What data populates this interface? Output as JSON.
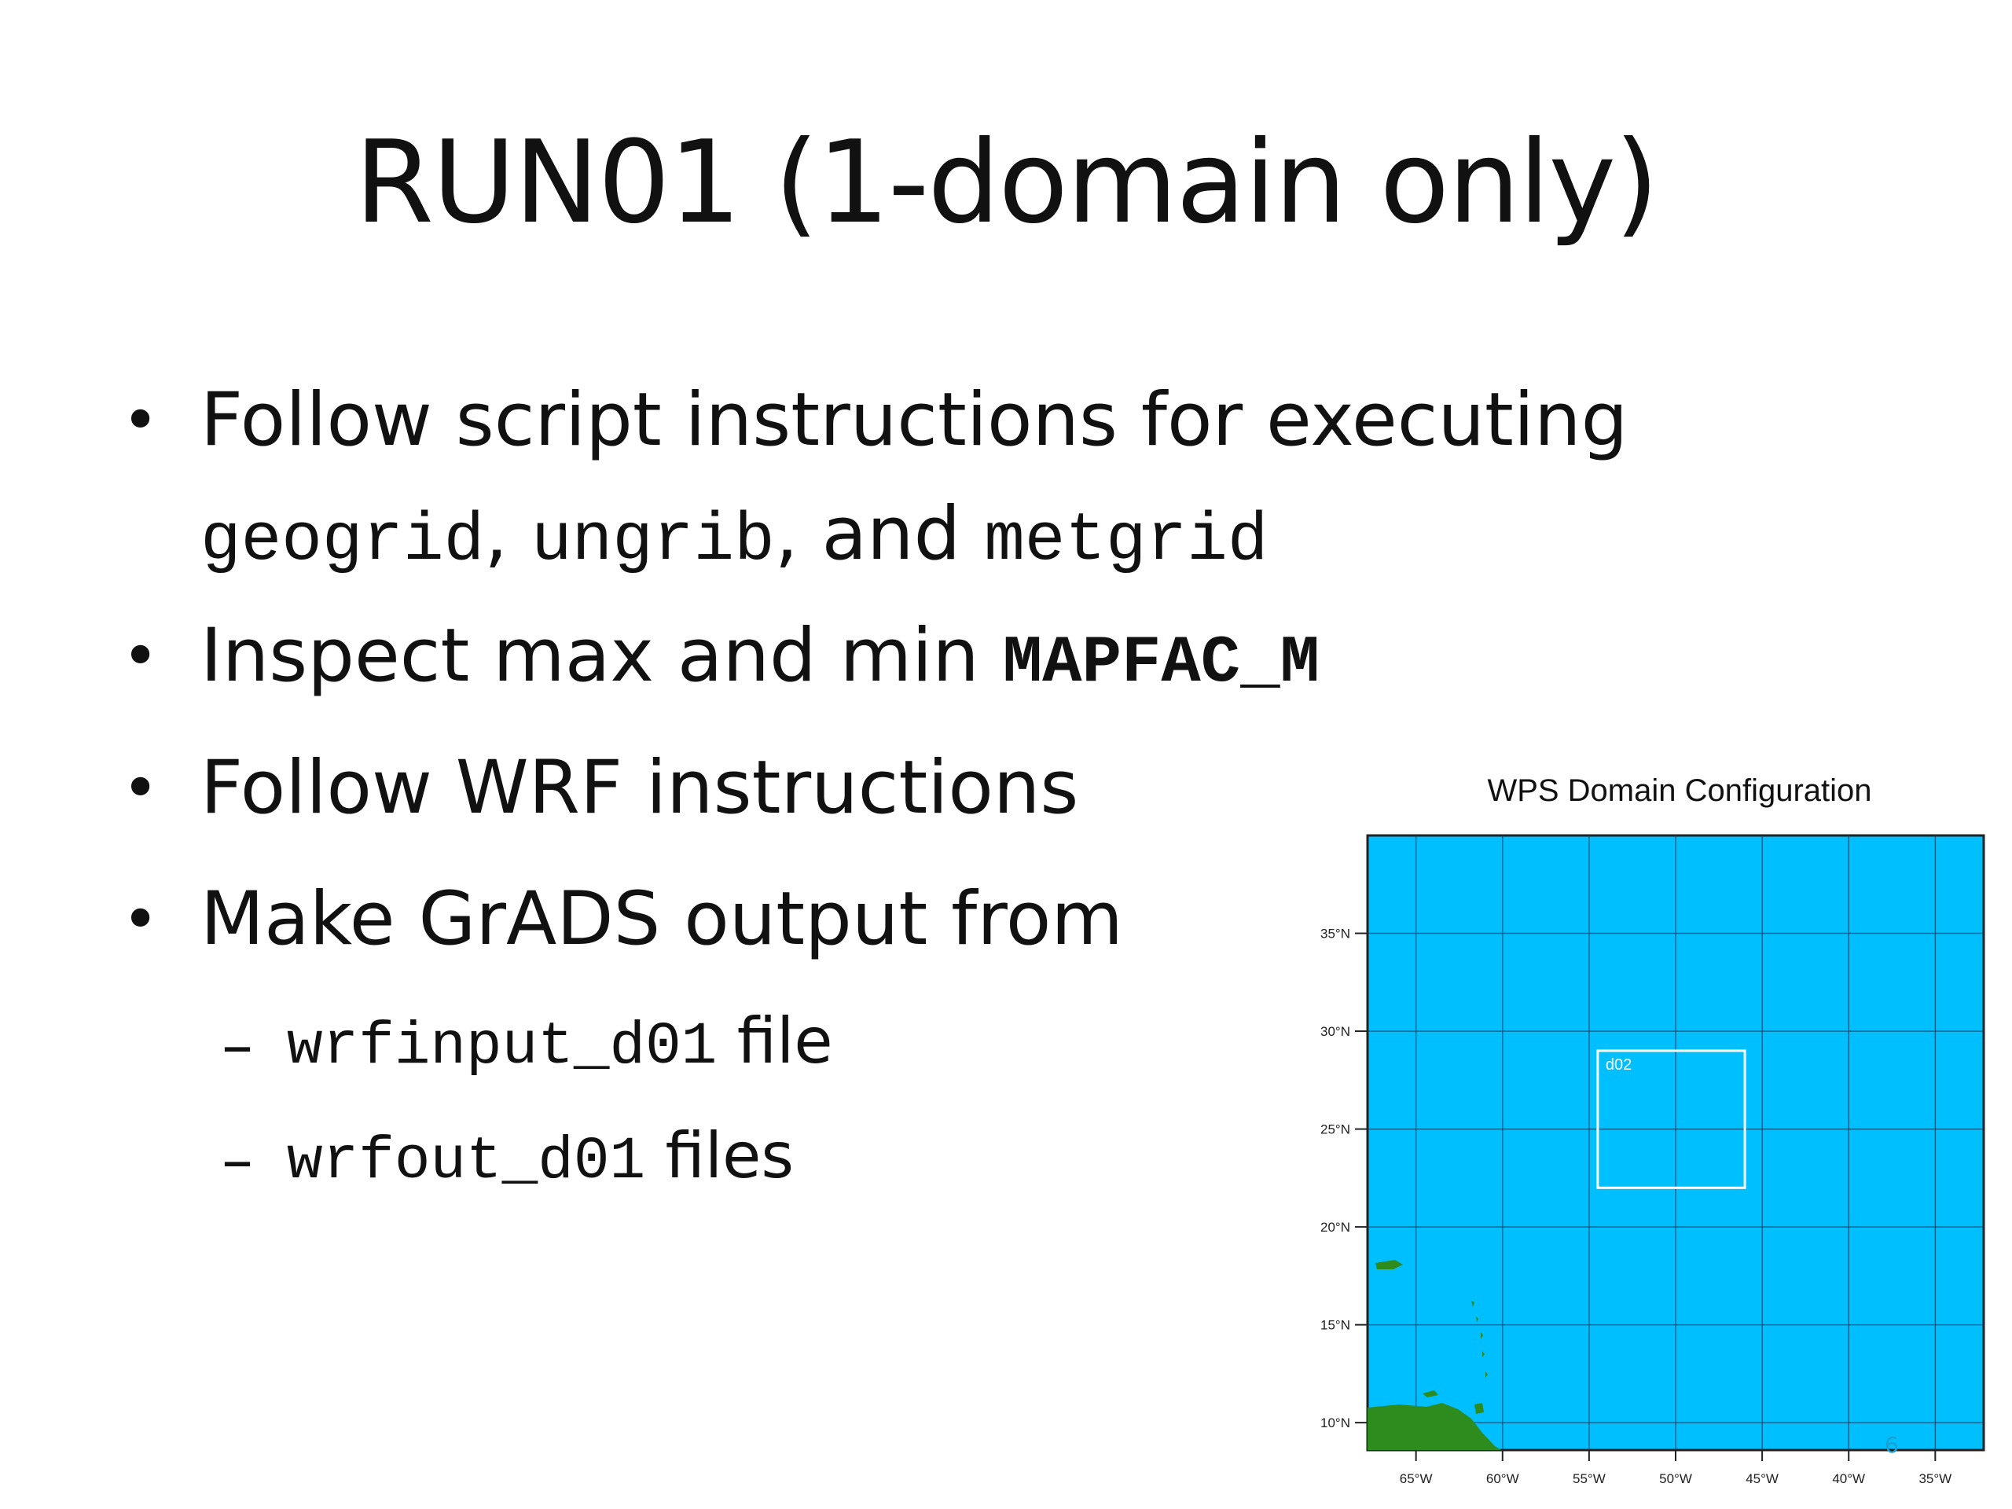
{
  "slide": {
    "title": "RUN01 (1-domain only)",
    "bullets": [
      {
        "lead": "Follow script instructions for executing"
      },
      {
        "code1": "geogrid",
        "sep1": ", ",
        "code2": "ungrib",
        "sep2": ", and ",
        "code3": "metgrid"
      },
      {
        "text": "Inspect max and min ",
        "code": "MAPFAC_M"
      },
      {
        "text": "Follow WRF instructions"
      },
      {
        "text": "Make GrADS output from"
      }
    ],
    "sub_bullets": [
      {
        "dash": "–",
        "code": "wrfinput_d01",
        "text": " file"
      },
      {
        "dash": "–",
        "code": "wrfout_d01",
        "text": " files"
      }
    ],
    "page_number": "6"
  },
  "map": {
    "title": "WPS Domain Configuration",
    "nest_label": "d02",
    "lat_labels": [
      "35°N",
      "30°N",
      "25°N",
      "20°N",
      "15°N",
      "10°N"
    ],
    "lon_labels": [
      "65°W",
      "60°W",
      "55°W",
      "50°W",
      "45°W",
      "40°W",
      "35°W"
    ],
    "lat_values": [
      35,
      30,
      25,
      20,
      15,
      10
    ],
    "lon_values": [
      -65,
      -60,
      -55,
      -50,
      -45,
      -40,
      -35
    ],
    "ocean_color": "#00bfff",
    "land_color": "#2e8b1e",
    "grid_color": "#1a3a5a",
    "nest_box_color": "#ffffff",
    "nest_box_deg": {
      "lon_min": -54.5,
      "lon_max": -46.0,
      "lat_min": 22.0,
      "lat_max": 29.0
    }
  }
}
